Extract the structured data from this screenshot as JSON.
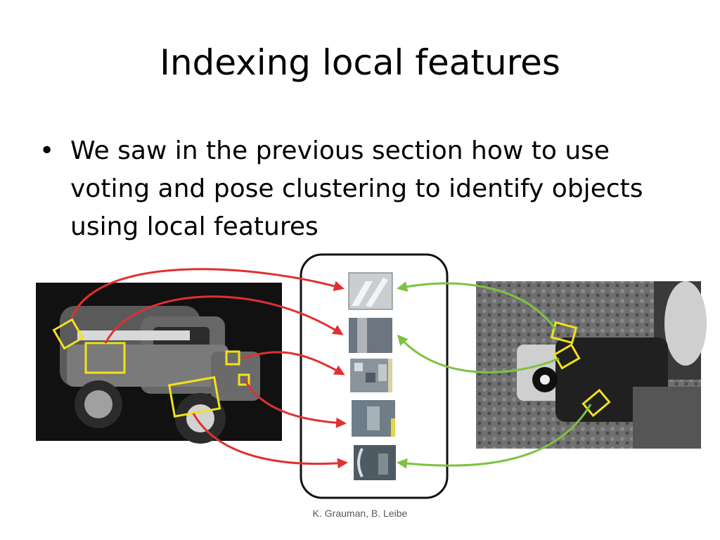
{
  "slide": {
    "title": "Indexing local features",
    "bullets": [
      "We saw in the previous section how to use voting and pose clustering to identify objects using local features"
    ],
    "credit": "K. Grauman, B. Leibe"
  },
  "figure": {
    "left_image_icon": "toy-truck-photo",
    "right_image_icon": "cluttered-scene-photo",
    "patch_count": 5,
    "colors": {
      "left_arrows": "#e03030",
      "right_arrows": "#7dc242",
      "feature_boxes": "#f2e21a",
      "patch_panel_border": "#111111"
    }
  }
}
